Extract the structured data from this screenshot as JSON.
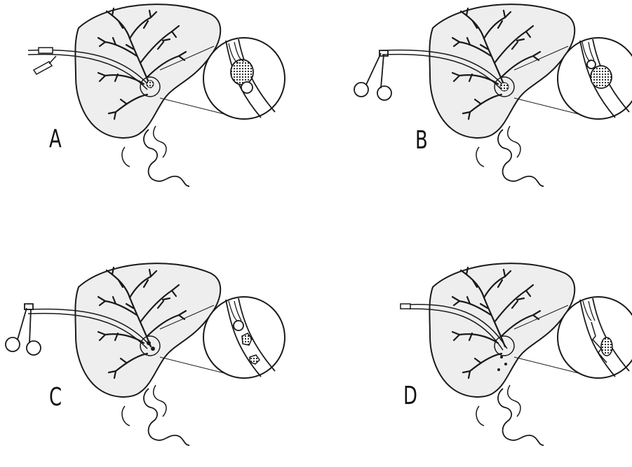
{
  "figure": {
    "panels": [
      {
        "id": "A",
        "label": "A",
        "instrument": "catheter-syringe",
        "stage": "balloon-inflated-around-stone"
      },
      {
        "id": "B",
        "label": "B",
        "instrument": "forceps-grasper",
        "stage": "stone-grasped"
      },
      {
        "id": "C",
        "label": "C",
        "instrument": "forceps-grasper",
        "stage": "stone-fragmented"
      },
      {
        "id": "D",
        "label": "D",
        "instrument": "catheter-tip",
        "stage": "fragments-flushed"
      }
    ],
    "colors": {
      "liver_fill": "#eeeeee",
      "line": "#1a1a1a",
      "paper": "#ffffff"
    }
  }
}
